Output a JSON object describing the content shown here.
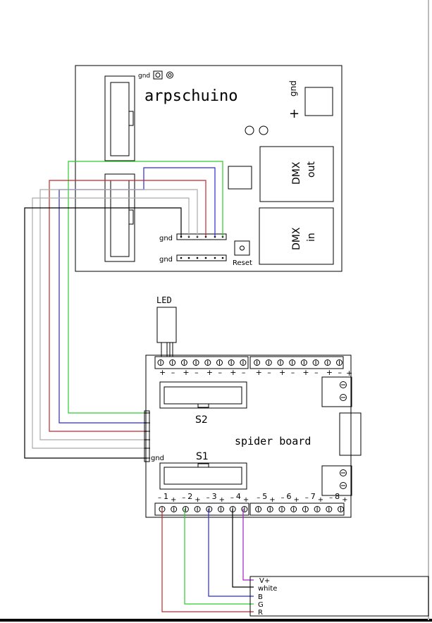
{
  "board_top": {
    "title": "arpschuino",
    "gnd_top": "gnd",
    "gnd_right": "gnd",
    "plus": "+",
    "dmx_out": "DMX",
    "dmx_out_sub": "out",
    "dmx_in": "DMX",
    "dmx_in_sub": "in",
    "header_gnd_1": "gnd",
    "header_gnd_2": "gnd",
    "reset": "Reset"
  },
  "led_label": "LED",
  "spider": {
    "title": "spider board",
    "s1": "S1",
    "s2": "S2",
    "gnd": "gnd",
    "top_polarity": [
      "+",
      "–",
      "+",
      "–",
      "+",
      "–",
      "+",
      "–",
      "+",
      "–",
      "+",
      "–",
      "+",
      "–",
      "+",
      "–"
    ],
    "channels": [
      "1",
      "2",
      "3",
      "4",
      "5",
      "6",
      "7",
      "8"
    ]
  },
  "rgb_block": {
    "labels": [
      "V+",
      "white",
      "B",
      "G",
      "R"
    ]
  },
  "colors": {
    "green": "#2ecc2e",
    "blue": "#2b2bd0",
    "red": "#c0282a",
    "gray": "#aaaaaa",
    "black": "#000000",
    "purple": "#a020c0"
  }
}
